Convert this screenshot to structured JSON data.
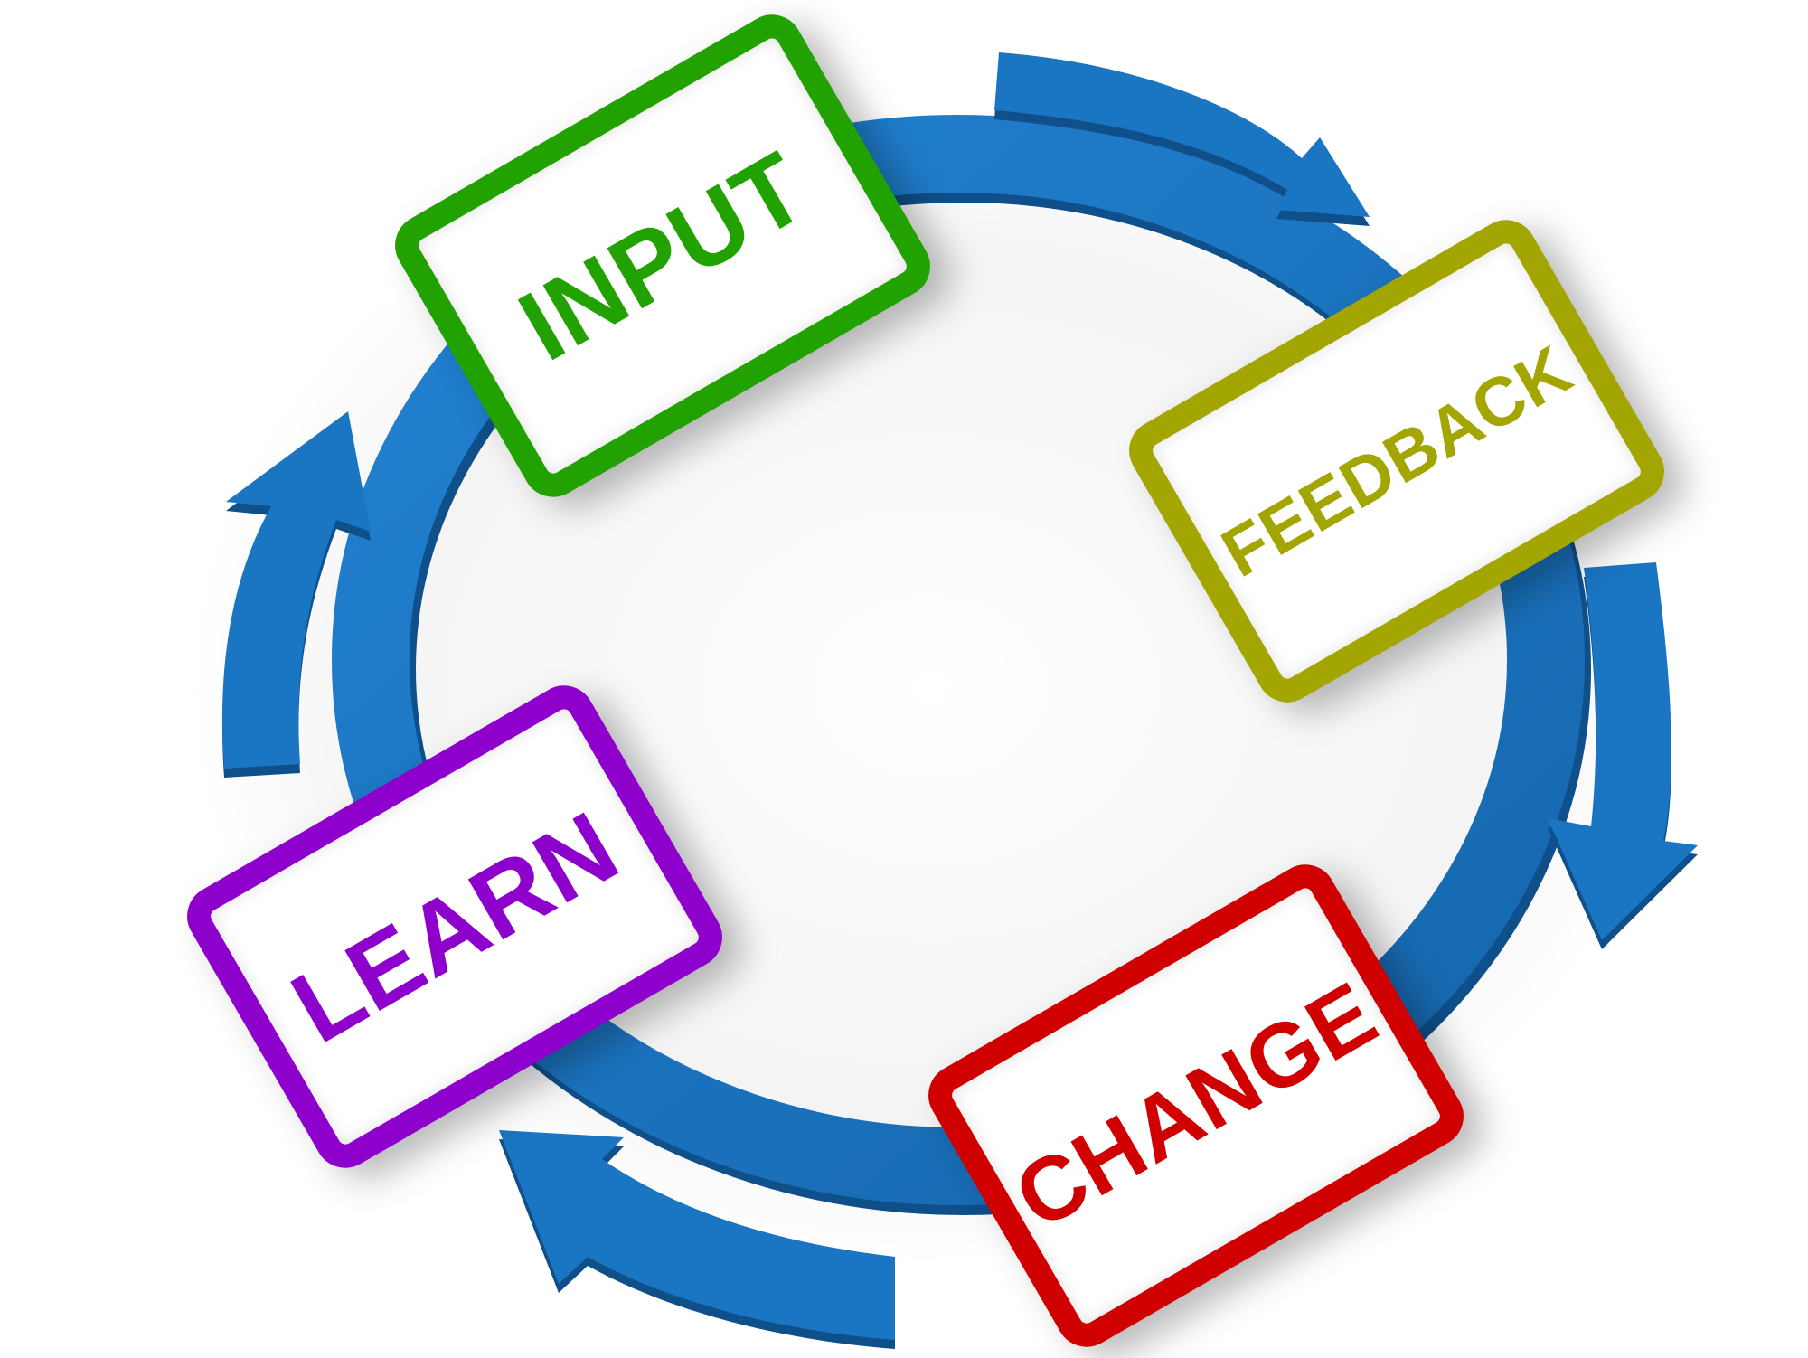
{
  "diagram": {
    "type": "cycle",
    "description": "Four-stage continuous improvement cycle with blue ring and circular arrows",
    "ring_color": "#1a75c2",
    "arrow_color": "#1a75c2",
    "stages": [
      {
        "label": "INPUT",
        "color": "#22a200",
        "position": "top-left"
      },
      {
        "label": "FEEDBACK",
        "color": "#a3a600",
        "position": "right"
      },
      {
        "label": "CHANGE",
        "color": "#d10000",
        "position": "bottom-right"
      },
      {
        "label": "LEARN",
        "color": "#8e00cc",
        "position": "left"
      }
    ],
    "flow": [
      "INPUT",
      "FEEDBACK",
      "CHANGE",
      "LEARN",
      "INPUT"
    ],
    "direction": "clockwise"
  }
}
